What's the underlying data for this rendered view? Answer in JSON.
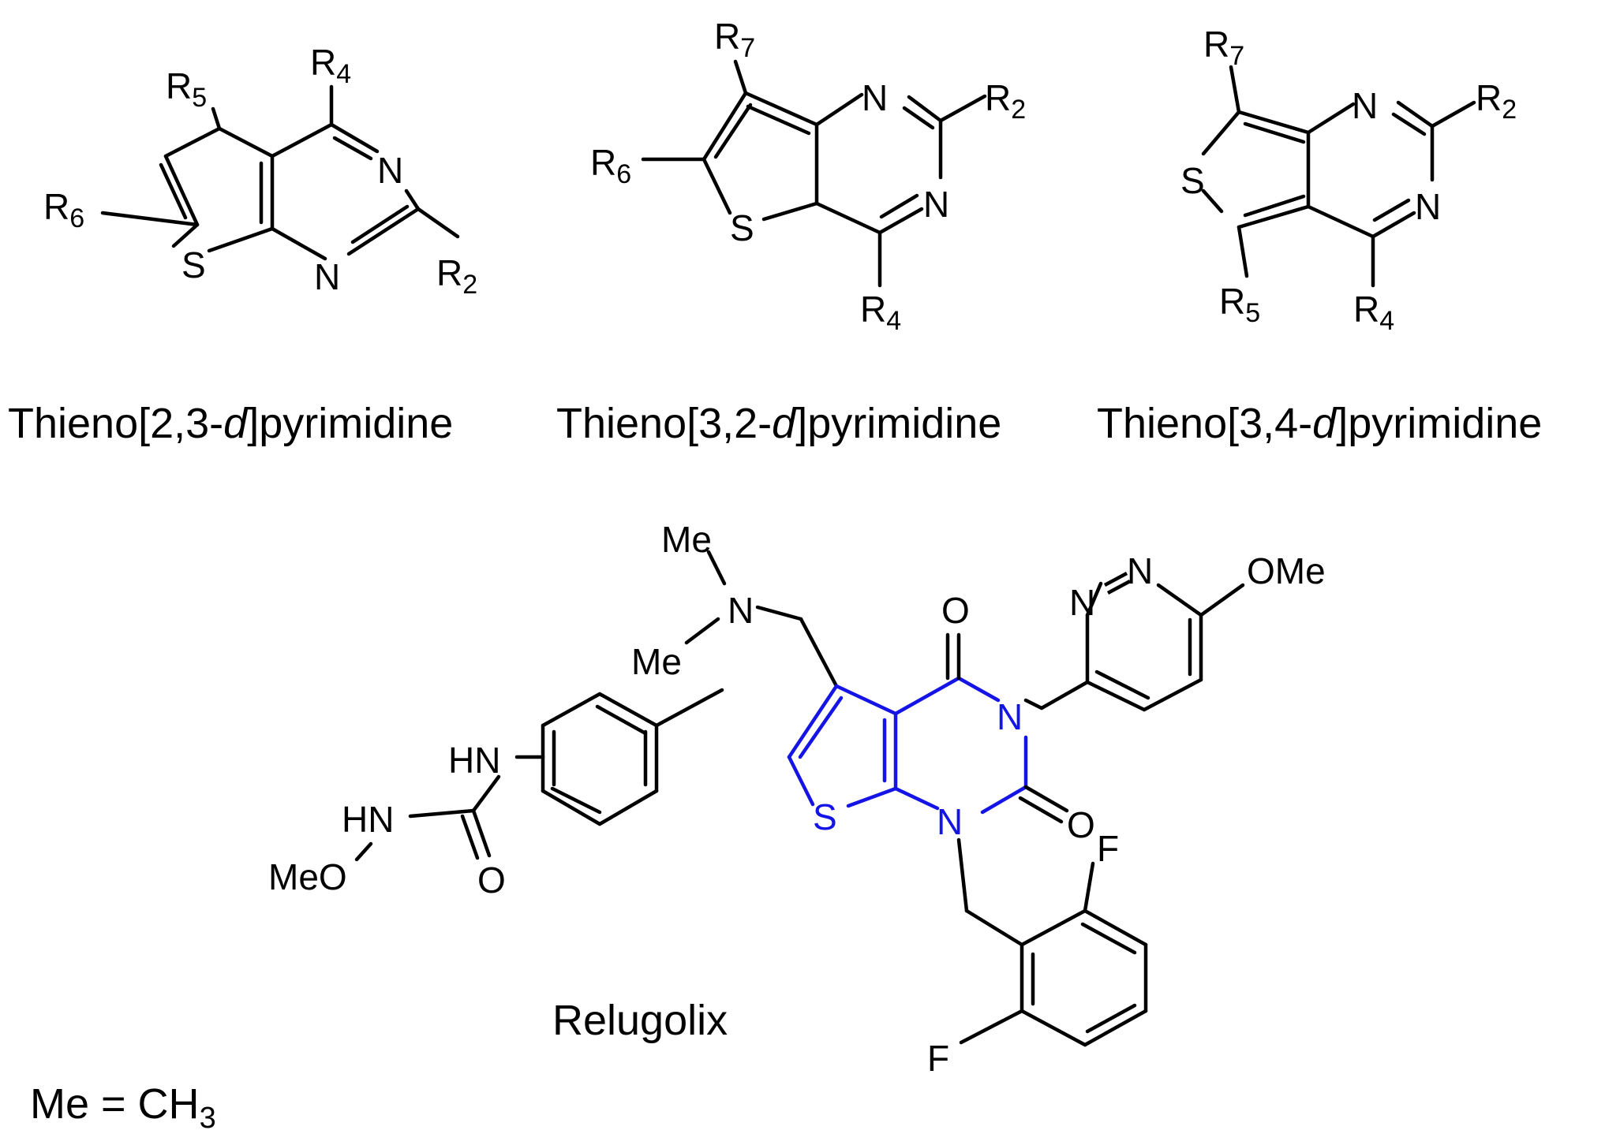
{
  "colors": {
    "ink": "#000000",
    "highlight": "#1414e6"
  },
  "captions": {
    "left": {
      "main": "Thieno[2,3-",
      "italic": "d",
      "end": "]pyrimidine"
    },
    "middle": {
      "main": "Thieno[3,2-",
      "italic": "d",
      "end": "]pyrimidine"
    },
    "right": {
      "main": "Thieno[3,4-",
      "italic": "d",
      "end": "]pyrimidine"
    },
    "compound": "Relugolix"
  },
  "legend": {
    "lhs": "Me = CH",
    "sub": "3"
  },
  "atoms": {
    "sulfur": "S",
    "nitrogen": "N",
    "oxygen": "O",
    "fluorine": "F",
    "r_letter": "R",
    "r2": "2",
    "r4": "4",
    "r5": "5",
    "r6": "6",
    "r7": "7",
    "me": "Me",
    "ome": "OMe",
    "hn": "HN",
    "meo": "MeO",
    "nn": "N=N"
  }
}
